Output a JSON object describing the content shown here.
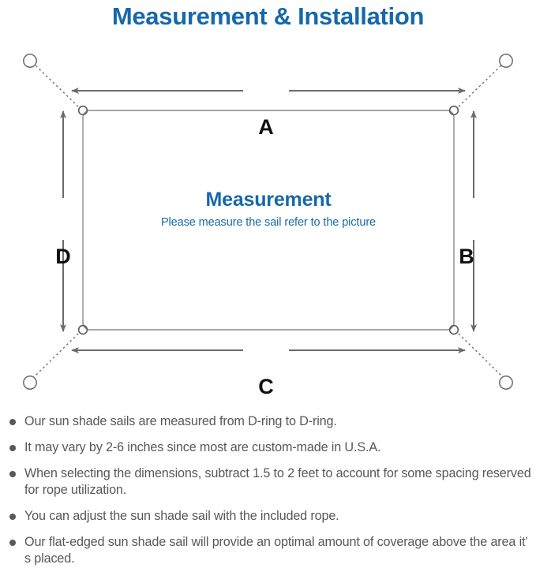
{
  "header": {
    "title": "Measurement & Installation",
    "title_color": "#1668ab"
  },
  "diagram": {
    "name": "sun-shade-sail-measurement-diagram",
    "center_title": "Measurement",
    "center_subtitle": "Please measure the sail refer to the picture",
    "center_text_color": "#1668ab",
    "line_color": "#6b6b6b",
    "dimension_labels": {
      "top": "A",
      "right": "B",
      "bottom": "C",
      "left": "D"
    },
    "dimension_label_color": "#101010",
    "corner_rings": [
      {
        "name": "d-ring-top-left",
        "position": "top-left"
      },
      {
        "name": "d-ring-top-right",
        "position": "top-right"
      },
      {
        "name": "d-ring-bottom-left",
        "position": "bottom-left"
      },
      {
        "name": "d-ring-bottom-right",
        "position": "bottom-right"
      }
    ],
    "anchor_points": [
      {
        "name": "anchor-point-top-left",
        "position": "top-left"
      },
      {
        "name": "anchor-point-top-right",
        "position": "top-right"
      },
      {
        "name": "anchor-point-bottom-left",
        "position": "bottom-left"
      },
      {
        "name": "anchor-point-bottom-right",
        "position": "bottom-right"
      }
    ]
  },
  "notes": {
    "bullet_color": "#58585a",
    "text_color": "#58585a",
    "items": [
      "Our sun shade sails are measured from D-ring to D-ring.",
      "It may vary by 2-6 inches since most are custom-made in U.S.A.",
      "When selecting the dimensions, subtract 1.5 to 2 feet to account for some spacing reserved for rope utilization.",
      "You can adjust the sun shade sail with the included rope.",
      "Our flat-edged sun shade sail will provide an optimal amount of coverage above the area it’ s placed."
    ]
  }
}
